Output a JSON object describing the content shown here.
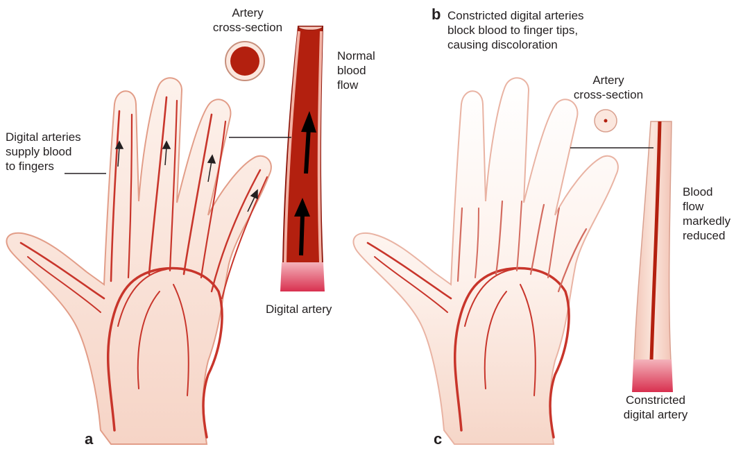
{
  "colors": {
    "vessel": "#c8352b",
    "vessel_dark": "#a51d12",
    "skin_fill": "#fbe7de",
    "skin_edge": "#e8a48f",
    "pale_fill": "#fdf3ee",
    "blood": "#b3200f",
    "cuff": "#d83a55"
  },
  "panel_a": {
    "letter": "a",
    "cross_section_label": "Artery\ncross-section",
    "flow_label": "Normal\nblood\nflow",
    "digital_arteries_label": "Digital arteries\nsupply blood\nto fingers",
    "artery_label": "Digital artery"
  },
  "panel_b": {
    "letter": "b",
    "caption": "Constricted digital arteries\nblock blood to finger tips,\ncausing discoloration"
  },
  "panel_c": {
    "letter": "c",
    "cross_section_label": "Artery\ncross-section",
    "flow_label": "Blood\nflow\nmarkedly\nreduced",
    "artery_label": "Constricted\ndigital artery"
  }
}
